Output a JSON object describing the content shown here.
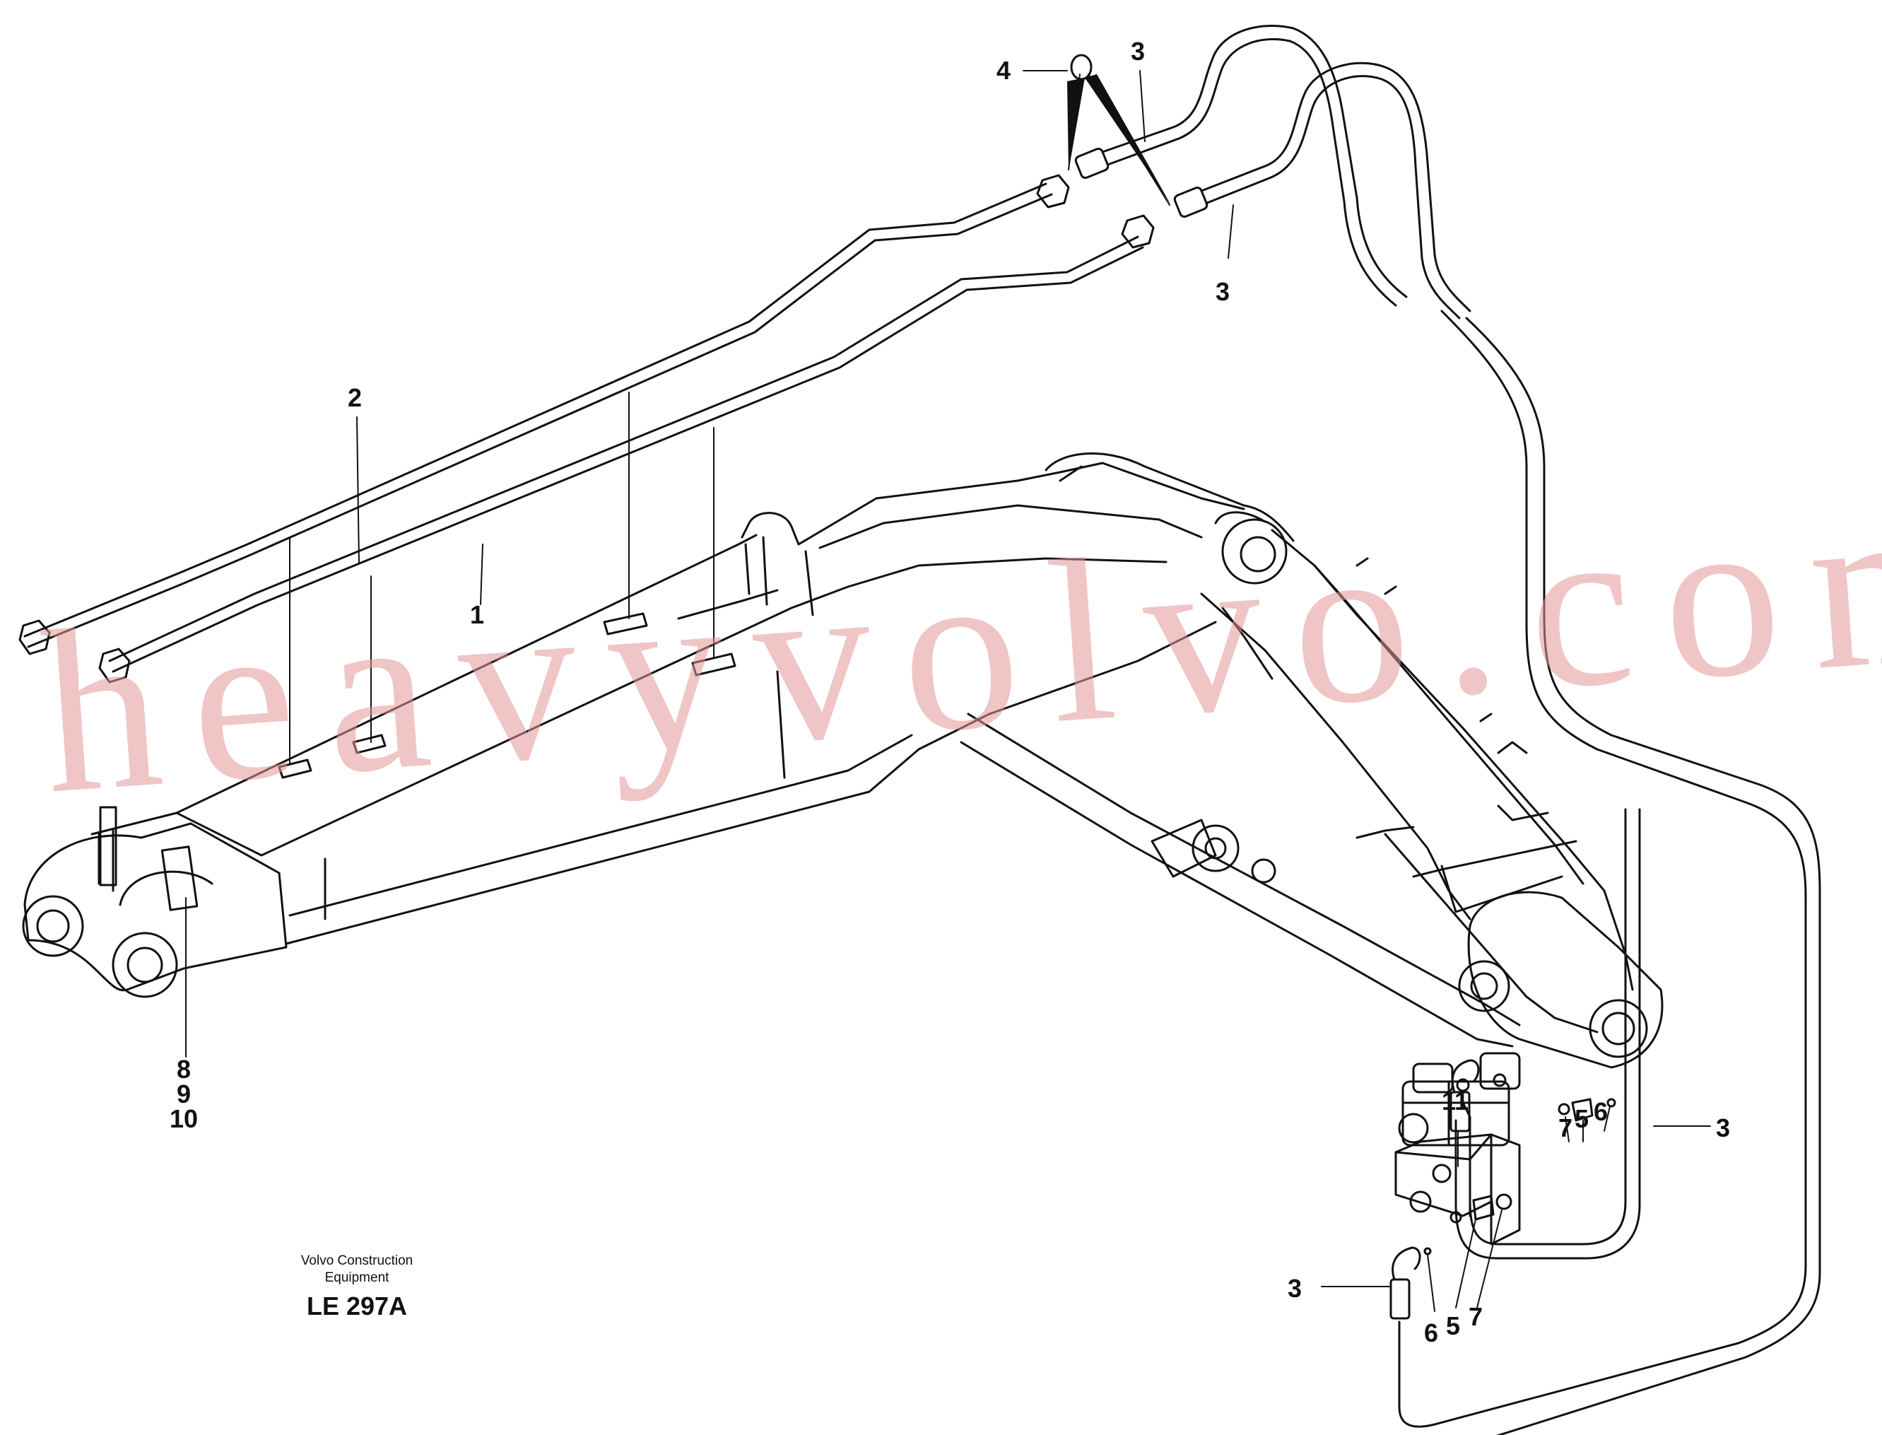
{
  "callouts": {
    "c1": "1",
    "c2": "2",
    "c3a": "3",
    "c3b": "3",
    "c3c": "3",
    "c3d": "3",
    "c4": "4",
    "c5a": "5",
    "c5b": "5",
    "c6a": "6",
    "c6b": "6",
    "c7a": "7",
    "c7b": "7",
    "c8": "8",
    "c9": "9",
    "c10": "10",
    "c11": "11"
  },
  "caption": {
    "line1": "Volvo Construction",
    "line2": "Equipment",
    "code": "LE 297A"
  },
  "watermark": "heavyvolvo.com"
}
